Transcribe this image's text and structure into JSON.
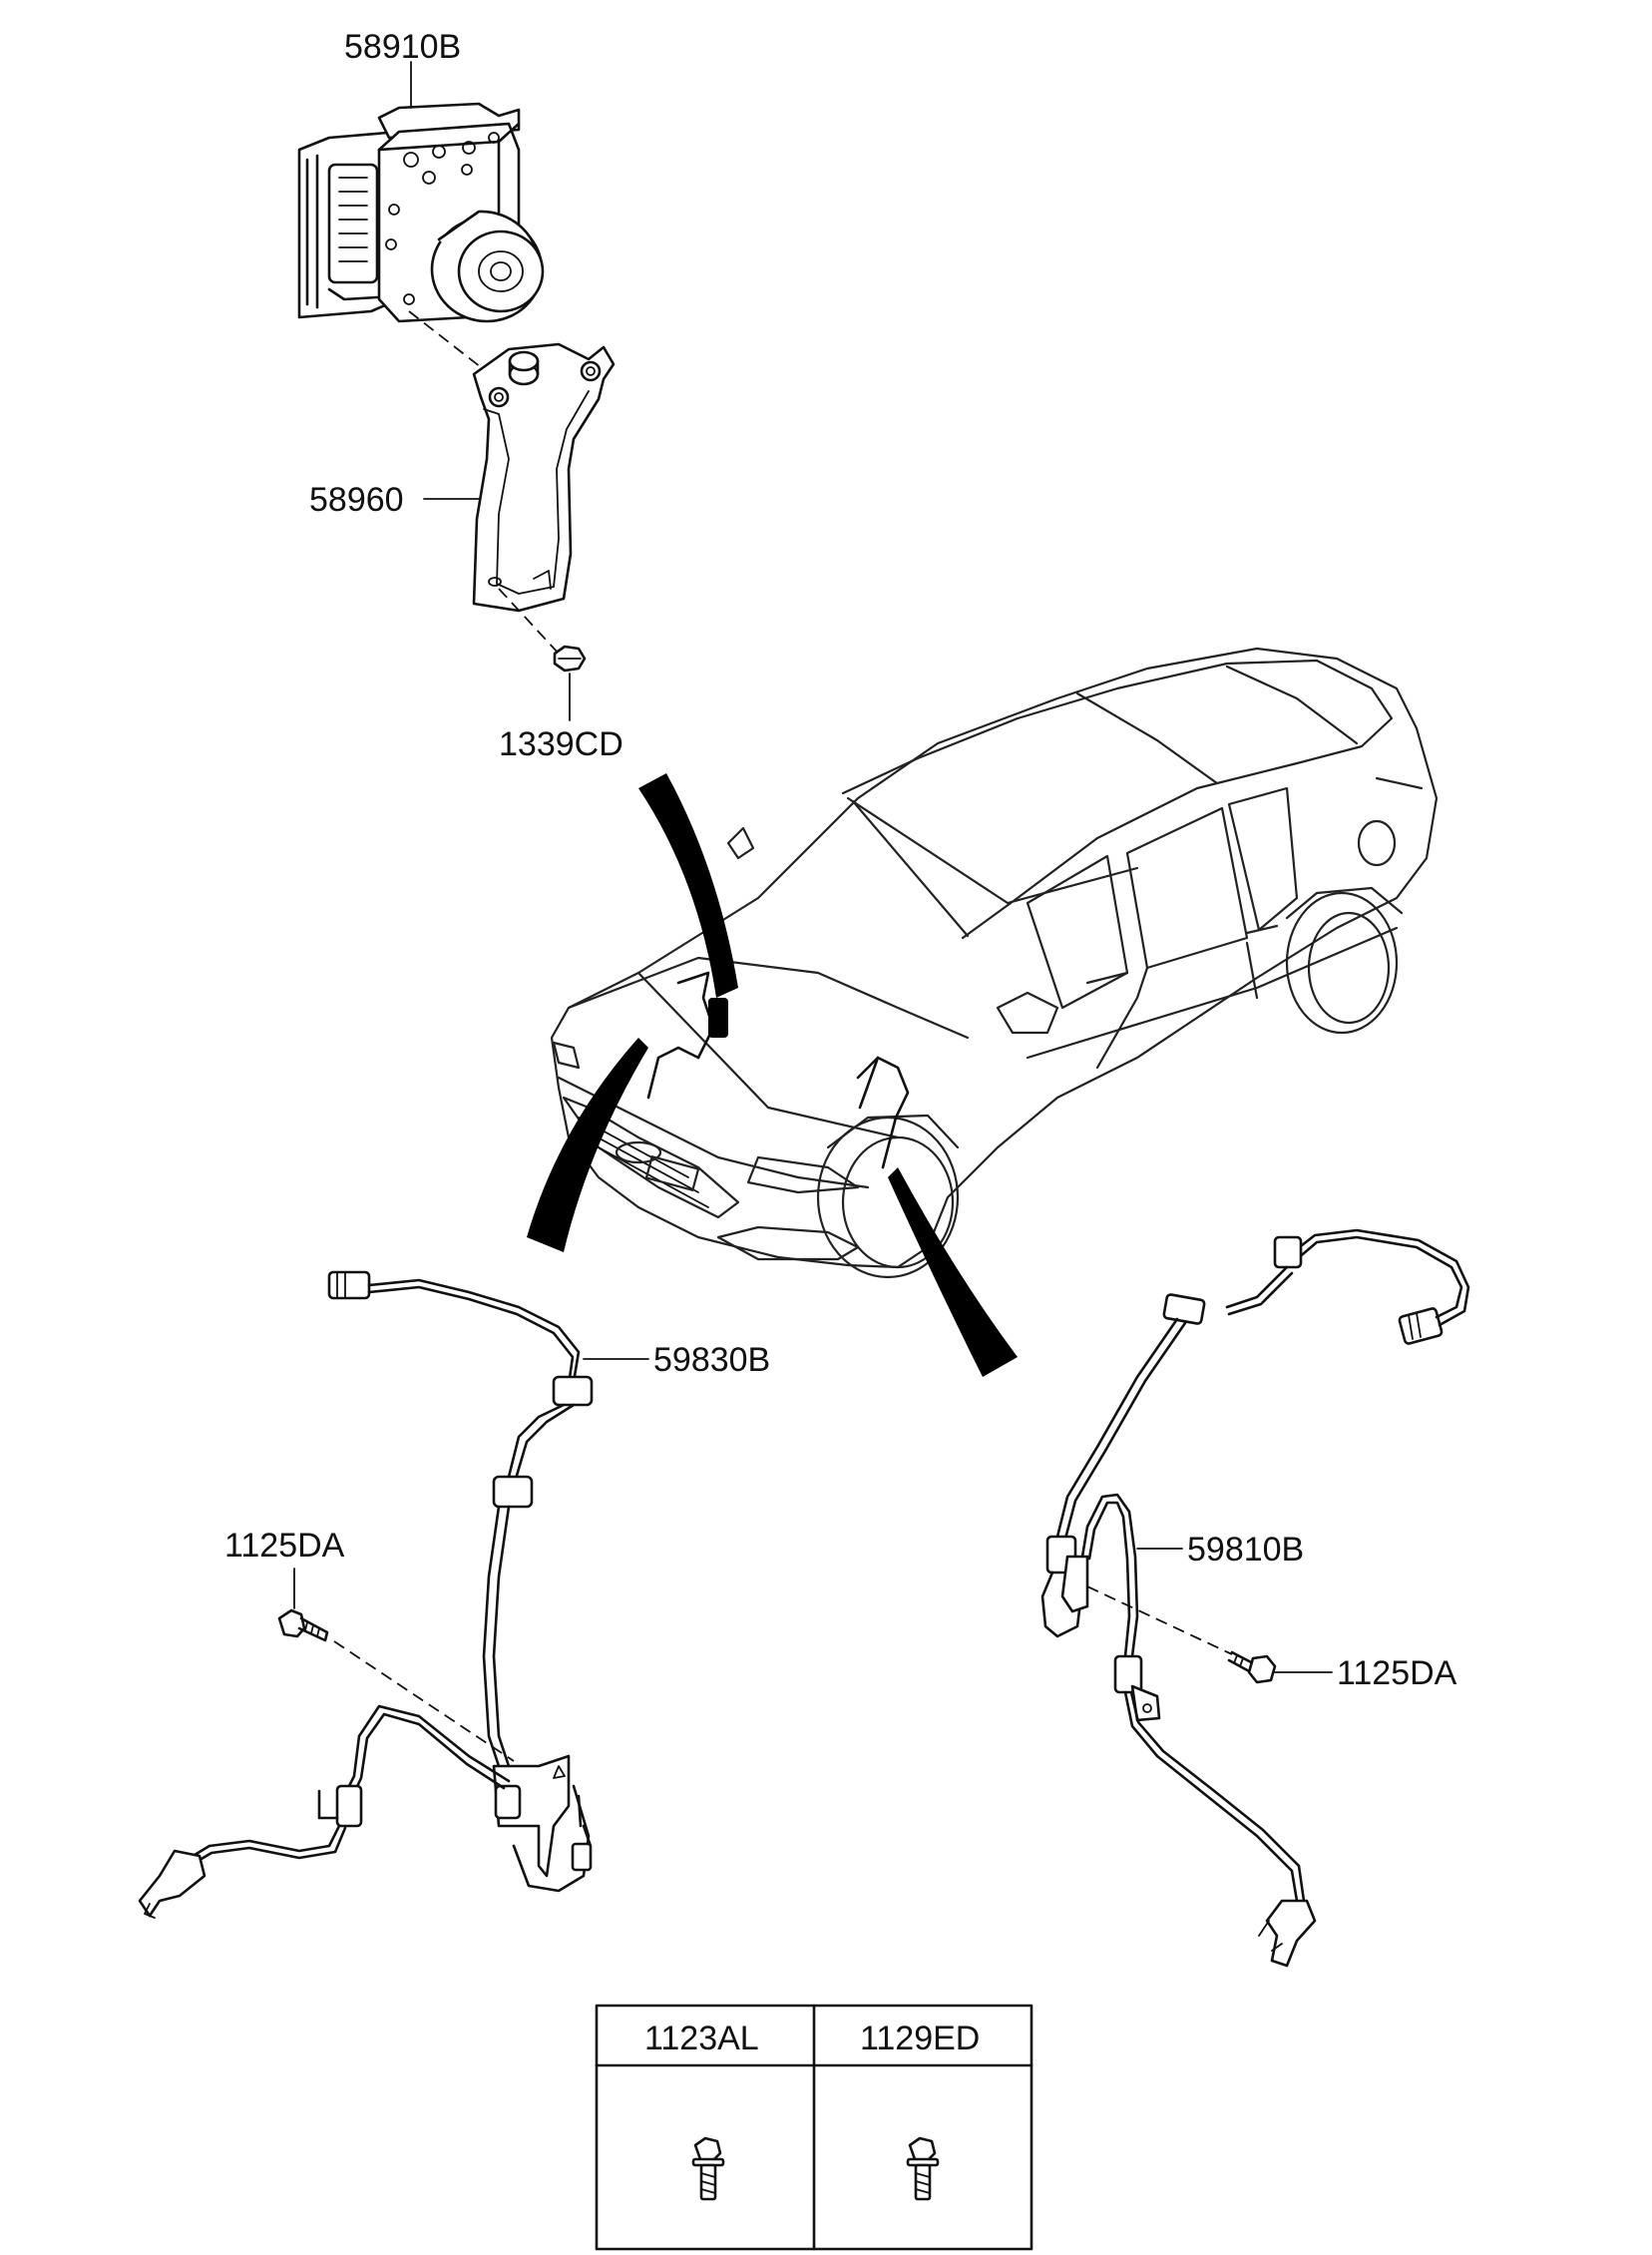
{
  "parts": {
    "abs_module": {
      "code": "58910B"
    },
    "bracket": {
      "code": "58960"
    },
    "nut": {
      "code": "1339CD"
    },
    "front_sensor_left": {
      "code": "59830B"
    },
    "bolt_left": {
      "code": "1125DA"
    },
    "front_sensor_right": {
      "code": "59810B"
    },
    "bolt_right": {
      "code": "1125DA"
    }
  },
  "fastener_table": {
    "columns": [
      {
        "code": "1123AL",
        "icon": "flange-bolt-icon"
      },
      {
        "code": "1129ED",
        "icon": "flange-bolt-icon"
      }
    ]
  },
  "colors": {
    "line": "#111111",
    "background": "#ffffff"
  }
}
